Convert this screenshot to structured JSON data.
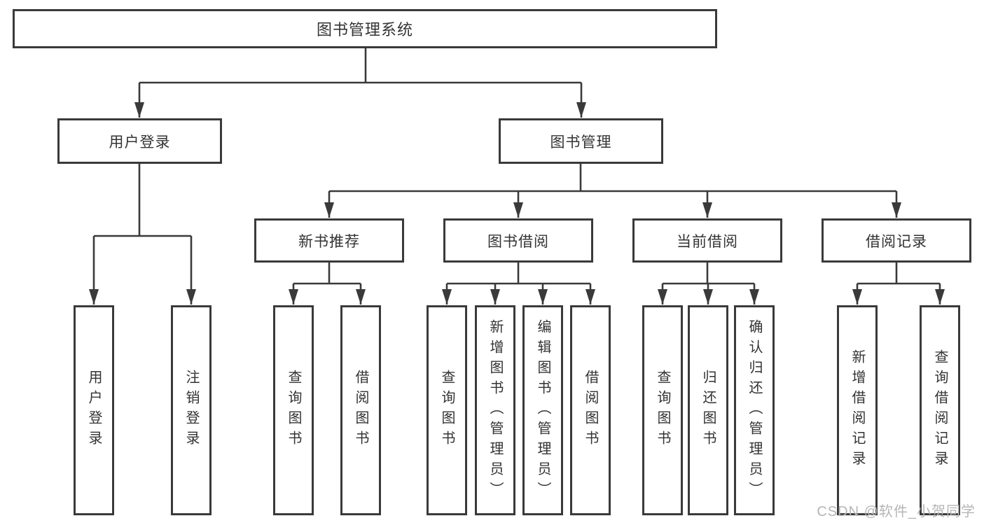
{
  "tree": {
    "label": "图书管理系统",
    "children": [
      {
        "label": "用户登录",
        "children": [
          {
            "label": "用户登录"
          },
          {
            "label": "注销登录"
          }
        ]
      },
      {
        "label": "图书管理",
        "children": [
          {
            "label": "新书推荐",
            "children": [
              {
                "label": "查询图书"
              },
              {
                "label": "借阅图书"
              }
            ]
          },
          {
            "label": "图书借阅",
            "children": [
              {
                "label": "查询图书"
              },
              {
                "label": "新增图书（管理员）"
              },
              {
                "label": "编辑图书（管理员）"
              },
              {
                "label": "借阅图书"
              }
            ]
          },
          {
            "label": "当前借阅",
            "children": [
              {
                "label": "查询图书"
              },
              {
                "label": "归还图书"
              },
              {
                "label": "确认归还（管理员）"
              }
            ]
          },
          {
            "label": "借阅记录",
            "children": [
              {
                "label": "新增借阅记录"
              },
              {
                "label": "查询借阅记录"
              }
            ]
          }
        ]
      }
    ]
  },
  "watermark": {
    "text": "CSDN @软件_小贺同学"
  },
  "colors": {
    "line": "#3a3a3a",
    "box_border": "#3a3a3a",
    "text": "#333333",
    "watermark": "#b6b6b6",
    "background": "#ffffff"
  }
}
